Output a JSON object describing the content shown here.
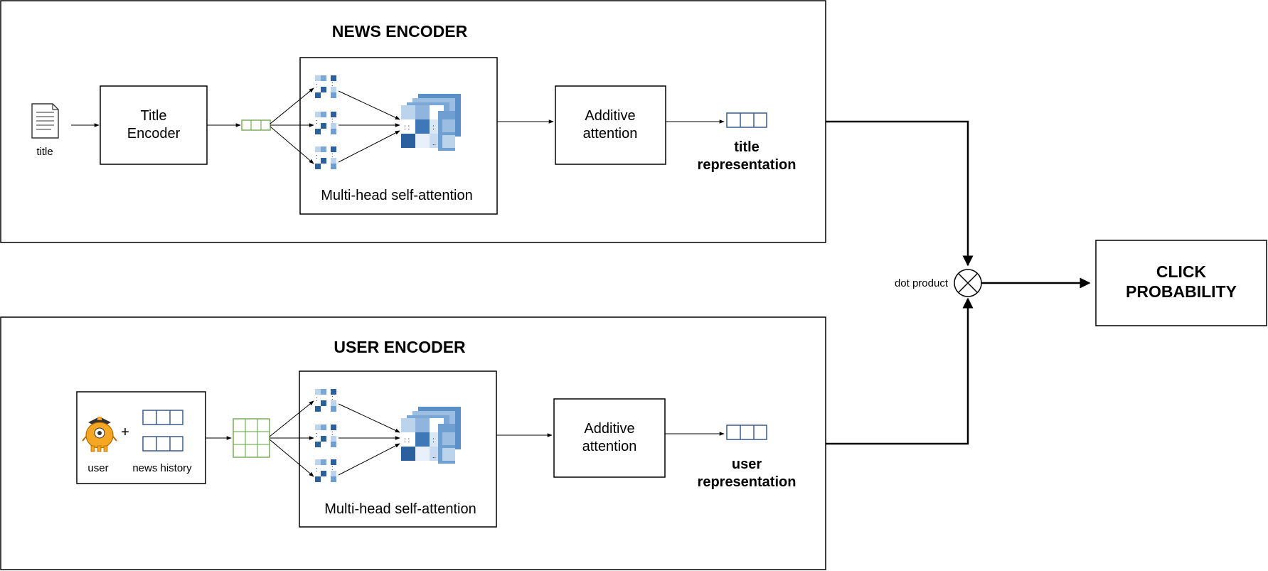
{
  "news_encoder": {
    "title": "NEWS ENCODER",
    "input_label": "title",
    "title_encoder_line1": "Title",
    "title_encoder_line2": "Encoder",
    "mhsa_label": "Multi-head self-attention",
    "additive_line1": "Additive",
    "additive_line2": "attention",
    "output_line1": "title",
    "output_line2": "representation"
  },
  "user_encoder": {
    "title": "USER ENCODER",
    "user_label": "user",
    "plus": "+",
    "history_label": "news history",
    "mhsa_label": "Multi-head self-attention",
    "additive_line1": "Additive",
    "additive_line2": "attention",
    "output_line1": "user",
    "output_line2": "representation"
  },
  "combine": {
    "dot_product_label": "dot product",
    "result_line1": "CLICK",
    "result_line2": "PROBABILITY"
  },
  "colors": {
    "vector_green": "#7ab05a",
    "vector_blue": "#3b5a8c",
    "attention_dark": "#2b5f9e",
    "attention_mid": "#6e9fd0",
    "attention_light": "#bcd3ec",
    "mascot_orange": "#f5a623"
  }
}
